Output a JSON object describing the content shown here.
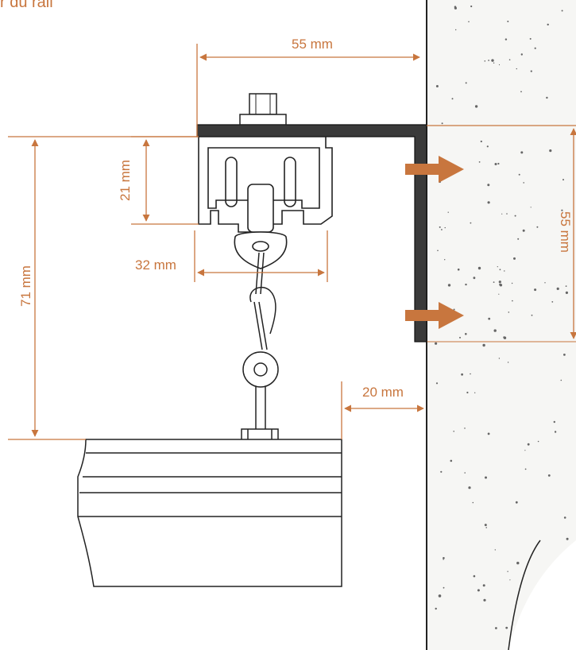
{
  "caption": "r du rail",
  "colors": {
    "accent": "#c8763e",
    "line": "#222222",
    "wall_fill": "#f4f4f2",
    "bracket": "#555555"
  },
  "dimensions": {
    "bracket_length": "55 mm",
    "rail_height": "21 mm",
    "rail_width": "32 mm",
    "total_drop": "71 mm",
    "wall_offset": "20 mm",
    "bracket_height": "55 mm"
  },
  "arrows": {
    "count": 2,
    "direction": "toward-wall"
  }
}
